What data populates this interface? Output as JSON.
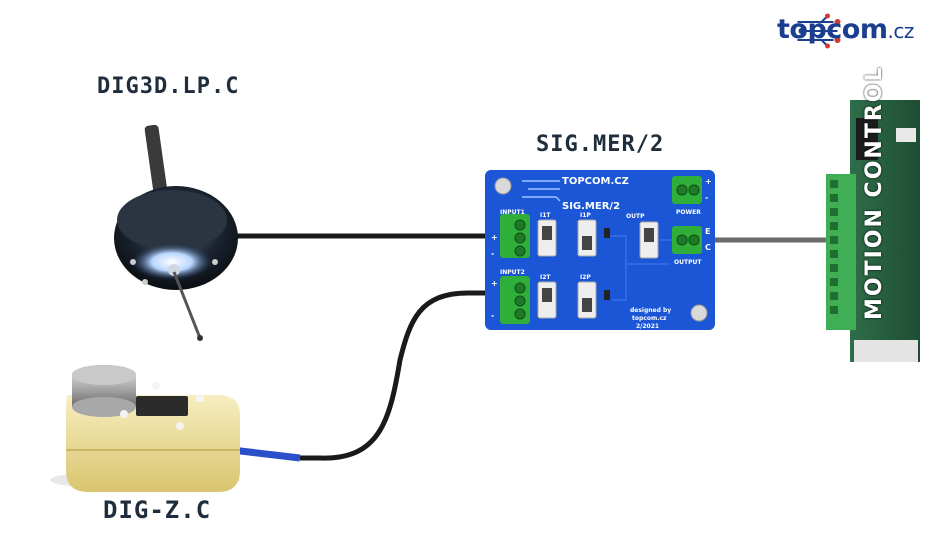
{
  "labels": {
    "probe": "DIG3D.LP.C",
    "board": "SIG.MER/2",
    "sensor": "DIG-Z.C",
    "motion_control": "MOTION CONTROL"
  },
  "logo": {
    "name": "topcom",
    "tld": ".cz"
  },
  "pcb": {
    "brand": "TOPCOM.CZ",
    "model": "SIG.MER/2",
    "input1": "INPUT1",
    "input2": "INPUT2",
    "i1t": "I1T",
    "i1p": "I1P",
    "i2t": "I2T",
    "i2p": "I2P",
    "outp": "OUTP",
    "power": "POWER",
    "output": "OUTPUT",
    "designed_by": "designed by",
    "site": "topcom.cz",
    "date": "2/2021",
    "plus1": "+",
    "minus1": "-",
    "plus2": "+",
    "minus2": "-",
    "vplus": "+",
    "vminus": "-",
    "pin_e": "E",
    "pin_c": "C"
  },
  "colors": {
    "pcb_blue": "#1a56d6",
    "terminal_green": "#2fae3a",
    "logo_blue": "#1b3f8f",
    "cable_black": "#1a1a1a",
    "cable_gray": "#6b6b6b",
    "cable_blue": "#2a4fc9",
    "sensor_yellow": "#efe3a8"
  }
}
